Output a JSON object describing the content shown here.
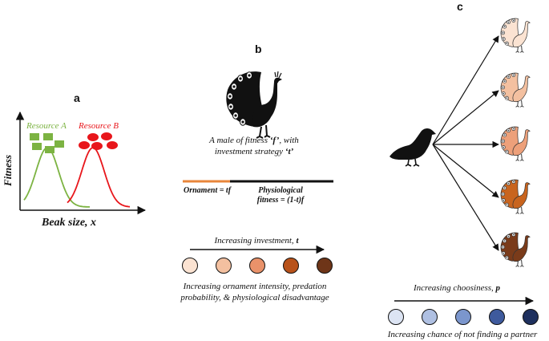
{
  "panel_a": {
    "label": "a",
    "resource_a": "Resource A",
    "resource_b": "Resource B",
    "y_axis": "Fitness",
    "x_axis": "Beak size, x",
    "colors": {
      "resource_a": "#7cb342",
      "resource_b": "#e8161b"
    }
  },
  "panel_b": {
    "label": "b",
    "caption_line1_pre": "A male of fitness ",
    "caption_line1_var": "‘f’",
    "caption_line1_post": ", with",
    "caption_line2_pre": "investment strategy ",
    "caption_line2_var": "‘t’",
    "ornament_label": "Ornament = tf",
    "physio_label_line1": "Physiological",
    "physio_label_line2": "fitness = (1-t)f",
    "arrow_label_pre": "Increasing investment, ",
    "arrow_label_var": "t",
    "desc_line1": "Increasing ornament intensity, predation",
    "desc_line2": "probability, & physiological disadvantage",
    "ornament_bar_color": "#e8853a",
    "investment_colors": [
      "#fbe3d2",
      "#f3c0a0",
      "#e9926a",
      "#b8521a",
      "#6e3518"
    ]
  },
  "panel_c": {
    "label": "c",
    "arrow_label_pre": "Increasing choosiness, ",
    "arrow_label_var": "p",
    "desc": "Increasing chance of not finding a partner",
    "peacock_colors": [
      "#fbe3d2",
      "#f3c0a0",
      "#eda07a",
      "#c8641e",
      "#7a3b1a"
    ],
    "choosiness_colors": [
      "#dce4f3",
      "#afc0e2",
      "#7b96cd",
      "#3e5a9d",
      "#1e305e"
    ]
  }
}
